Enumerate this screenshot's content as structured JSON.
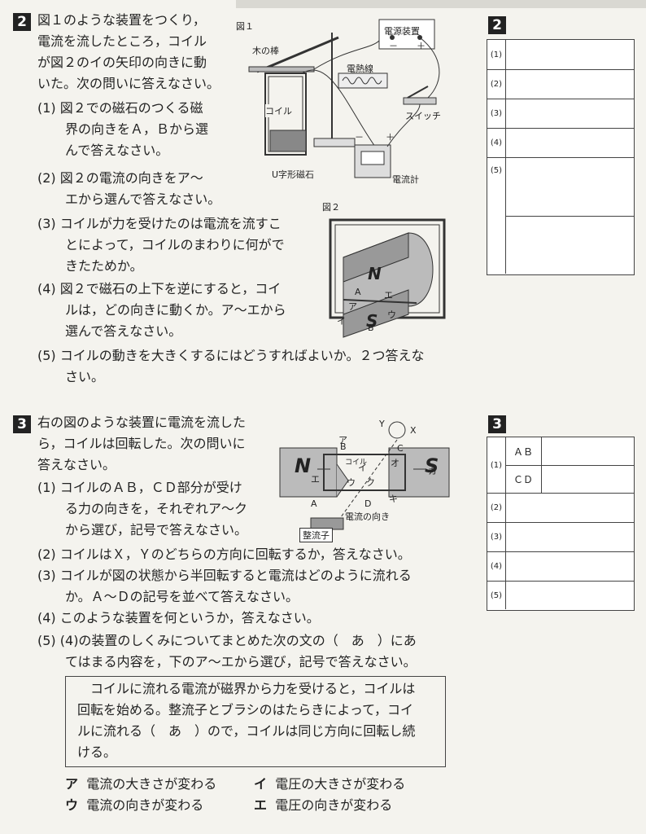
{
  "q2": {
    "num": "2",
    "intro": [
      "図１のような装置をつくり，",
      "電流を流したところ，コイル",
      "が図２のイの矢印の向きに動",
      "いた。次の問いに答えなさい。"
    ],
    "items": [
      {
        "n": "(1)",
        "lines": [
          "図２での磁石のつくる磁",
          "界の向きをＡ，Ｂから選",
          "んで答えなさい。"
        ]
      },
      {
        "n": "(2)",
        "lines": [
          "図２の電流の向きをア～",
          "エから選んで答えなさい。"
        ]
      },
      {
        "n": "(3)",
        "lines": [
          "コイルが力を受けたのは電流を流すこ",
          "とによって，コイルのまわりに何がで",
          "きたためか。"
        ]
      },
      {
        "n": "(4)",
        "lines": [
          "図２で磁石の上下を逆にすると，コイ",
          "ルは，どの向きに動くか。ア～エから",
          "選んで答えなさい。"
        ]
      },
      {
        "n": "(5)",
        "lines": [
          "コイルの動きを大きくするにはどうすればよいか。２つ答えな",
          "さい。"
        ]
      }
    ],
    "fig1": {
      "title": "図１",
      "labels": {
        "wood": "木の棒",
        "power": "電源装置",
        "heater": "電熱線",
        "switch": "スイッチ",
        "coil": "コイル",
        "magnet": "U字形磁石",
        "meter": "電流計",
        "minus": "－",
        "plus": "＋",
        "pminus": "－",
        "pplus": "＋"
      }
    },
    "fig2": {
      "title": "図２",
      "labels": {
        "N": "N",
        "S": "S",
        "A": "A",
        "B": "B",
        "a": "ア",
        "i": "イ",
        "u": "ウ",
        "e": "エ"
      }
    },
    "answer": {
      "num": "2",
      "rows": [
        "(1)",
        "(2)",
        "(3)",
        "(4)",
        "(5)"
      ]
    }
  },
  "q3": {
    "num": "3",
    "intro": [
      "右の図のような装置に電流を流した",
      "ら，コイルは回転した。次の問いに",
      "答えなさい。"
    ],
    "items": [
      {
        "n": "(1)",
        "lines": [
          "コイルのＡＢ，ＣＤ部分が受け",
          "る力の向きを，それぞれア～ク",
          "から選び，記号で答えなさい。"
        ]
      },
      {
        "n": "(2)",
        "lines": [
          "コイルはＸ，Ｙのどちらの方向に回転するか，答えなさい。"
        ]
      },
      {
        "n": "(3)",
        "lines": [
          "コイルが図の状態から半回転すると電流はどのように流れる",
          "か。Ａ～Ｄの記号を並べて答えなさい。"
        ]
      },
      {
        "n": "(4)",
        "lines": [
          "このような装置を何というか，答えなさい。"
        ]
      },
      {
        "n": "(5)",
        "lines": [
          "(4)の装置のしくみについてまとめた次の文の（　あ　）にあ",
          "てはまる内容を，下のア～エから選び，記号で答えなさい。"
        ]
      }
    ],
    "box": [
      "コイルに流れる電流が磁界から力を受けると，コイルは",
      "回転を始める。整流子とブラシのはたらきによって，コイ",
      "ルに流れる（　あ　）ので，コイルは同じ方向に回転し続",
      "ける。"
    ],
    "options": [
      {
        "k": "ア",
        "t": "電流の大きさが変わる"
      },
      {
        "k": "イ",
        "t": "電圧の大きさが変わる"
      },
      {
        "k": "ウ",
        "t": "電流の向きが変わる"
      },
      {
        "k": "エ",
        "t": "電圧の向きが変わる"
      }
    ],
    "fig": {
      "labels": {
        "N": "N",
        "S": "S",
        "Y": "Y",
        "X": "X",
        "A": "A",
        "B": "B",
        "C": "C",
        "D": "D",
        "coil": "コイル",
        "a": "ア",
        "i": "イ",
        "u": "ウ",
        "e": "エ",
        "o": "オ",
        "ka": "カ",
        "ki": "キ",
        "ku": "ク",
        "current": "電流の向き",
        "comm": "整流子"
      }
    },
    "answer": {
      "num": "3",
      "rows": [
        "(1)",
        "(2)",
        "(3)",
        "(4)",
        "(5)"
      ],
      "sub": [
        "ＡＢ",
        "ＣＤ"
      ]
    }
  }
}
